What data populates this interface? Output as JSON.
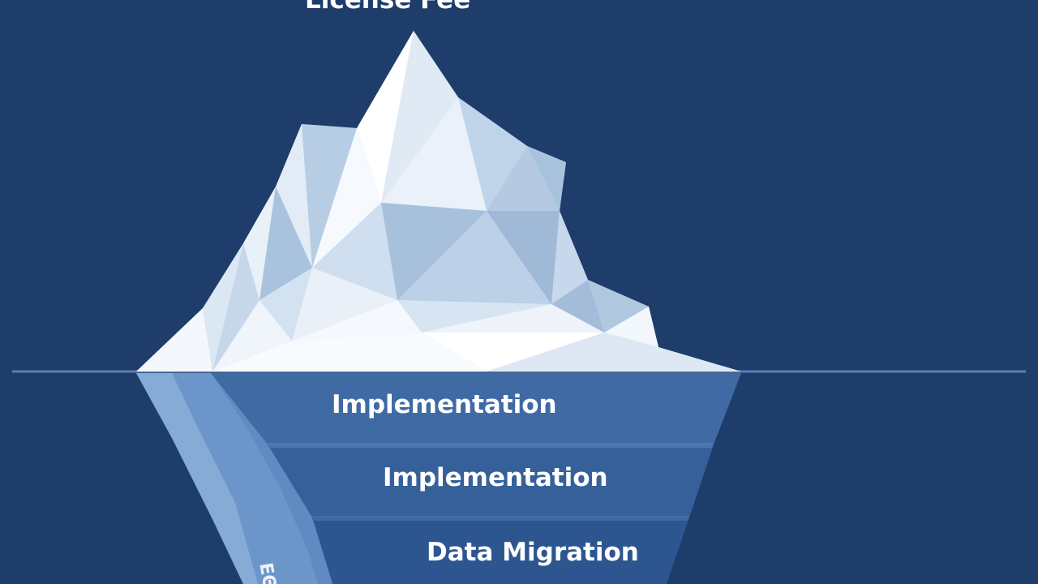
{
  "diagram": {
    "top_label": "License Fee",
    "underwater_labels": [
      "Implementation",
      "Implementation",
      "Data Migration"
    ],
    "side_label": "ΕΘΘ"
  },
  "colors": {
    "background": "#1e3d6b",
    "waterline": "#5a7fb0",
    "ice_light": "#f4f8fc",
    "ice_mid": "#c6d7ea",
    "ice_shadow": "#9fb9d6",
    "band_1": "#3f6aa4",
    "band_2": "#36609a",
    "band_3": "#2d5690",
    "side_light": "#86acd6",
    "side_dark": "#5f8bc2"
  }
}
